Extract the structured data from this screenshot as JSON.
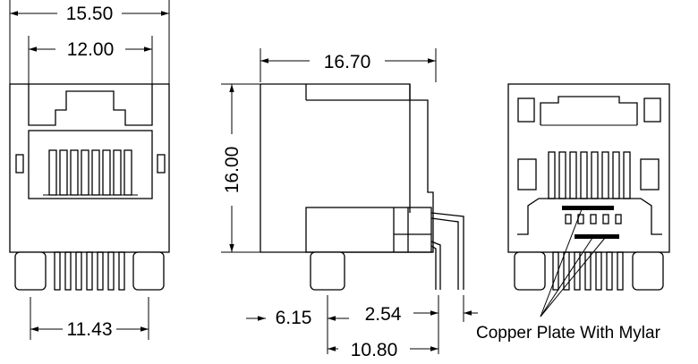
{
  "dimensions": {
    "overall_width": "15.50",
    "inner_width": "12.00",
    "pin_span": "11.43",
    "depth": "16.70",
    "height": "16.00",
    "pin_offset": "6.15",
    "pin_pitch_row": "2.54",
    "pin_row_offset": "10.80"
  },
  "callout": {
    "copper_plate": "Copper Plate With Mylar"
  }
}
